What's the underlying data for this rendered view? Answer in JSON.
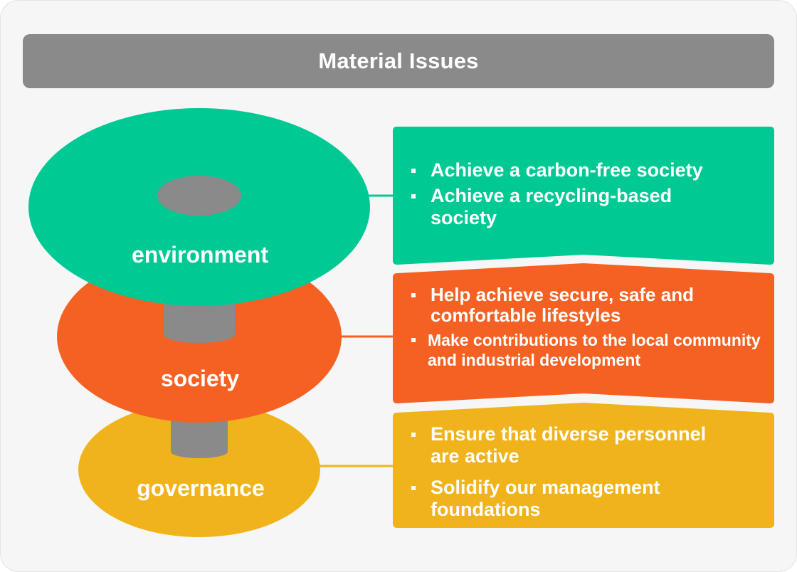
{
  "header": {
    "title": "Material Issues"
  },
  "colors": {
    "environment": "#00c993",
    "society": "#f56123",
    "governance": "#f0b31c",
    "header": "#8a8a8a",
    "pillar": "#8a8a8a"
  },
  "layers": [
    {
      "label": "environment"
    },
    {
      "label": "society"
    },
    {
      "label": "governance"
    }
  ],
  "issues": {
    "environment": [
      "Achieve a carbon-free society",
      "Achieve a recycling-based society"
    ],
    "society": [
      "Help achieve secure, safe and comfortable lifestyles",
      "Make contributions to the local community and industrial development"
    ],
    "governance": [
      "Ensure that diverse personnel are active",
      "Solidify our management foundations"
    ]
  }
}
